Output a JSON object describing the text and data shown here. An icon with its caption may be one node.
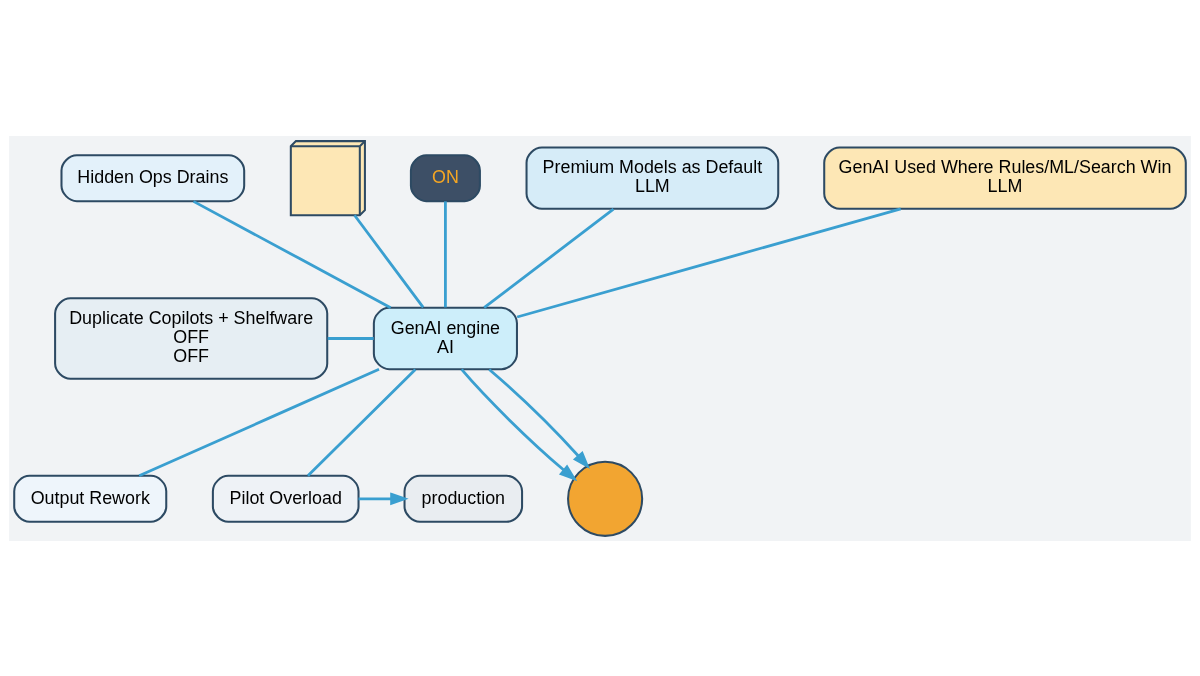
{
  "diagram": {
    "nodes": [
      {
        "text": [
          "GenAI engine",
          "AI"
        ]
      },
      {
        "text": [
          "Hidden Ops Drains"
        ]
      },
      {
        "text": [],
        "shape": "picture"
      },
      {
        "text": [
          "ON"
        ]
      },
      {
        "text": [
          "Premium Models as Default",
          "LLM"
        ]
      },
      {
        "text": [
          "GenAI Used Where Rules/ML/Search Win",
          "LLM"
        ]
      },
      {
        "text": [
          "Duplicate Copilots + Shelfware",
          "OFF",
          "OFF"
        ]
      },
      {
        "text": [
          "Output Rework"
        ]
      },
      {
        "text": [
          "Pilot Overload"
        ]
      },
      {
        "text": [
          "production"
        ]
      },
      {
        "text": [],
        "shape": "circle"
      }
    ],
    "edges": [
      {
        "from": 2,
        "to": 0,
        "arrow": "none"
      },
      {
        "from": 1,
        "to": 0,
        "arrow": "none"
      },
      {
        "from": 3,
        "to": 0,
        "arrow": "none"
      },
      {
        "from": 4,
        "to": 0,
        "arrow": "none"
      },
      {
        "from": 5,
        "to": 0,
        "arrow": "none"
      },
      {
        "from": 6,
        "to": 0,
        "arrow": "none"
      },
      {
        "from": 0,
        "to": 7,
        "arrow": "none"
      },
      {
        "from": 0,
        "to": 8,
        "arrow": "none"
      },
      {
        "from": 0,
        "to": 10,
        "arrow": "to"
      },
      {
        "from": 0,
        "to": 10,
        "arrow": "to"
      },
      {
        "from": 8,
        "to": 9,
        "arrow": "to"
      }
    ]
  }
}
